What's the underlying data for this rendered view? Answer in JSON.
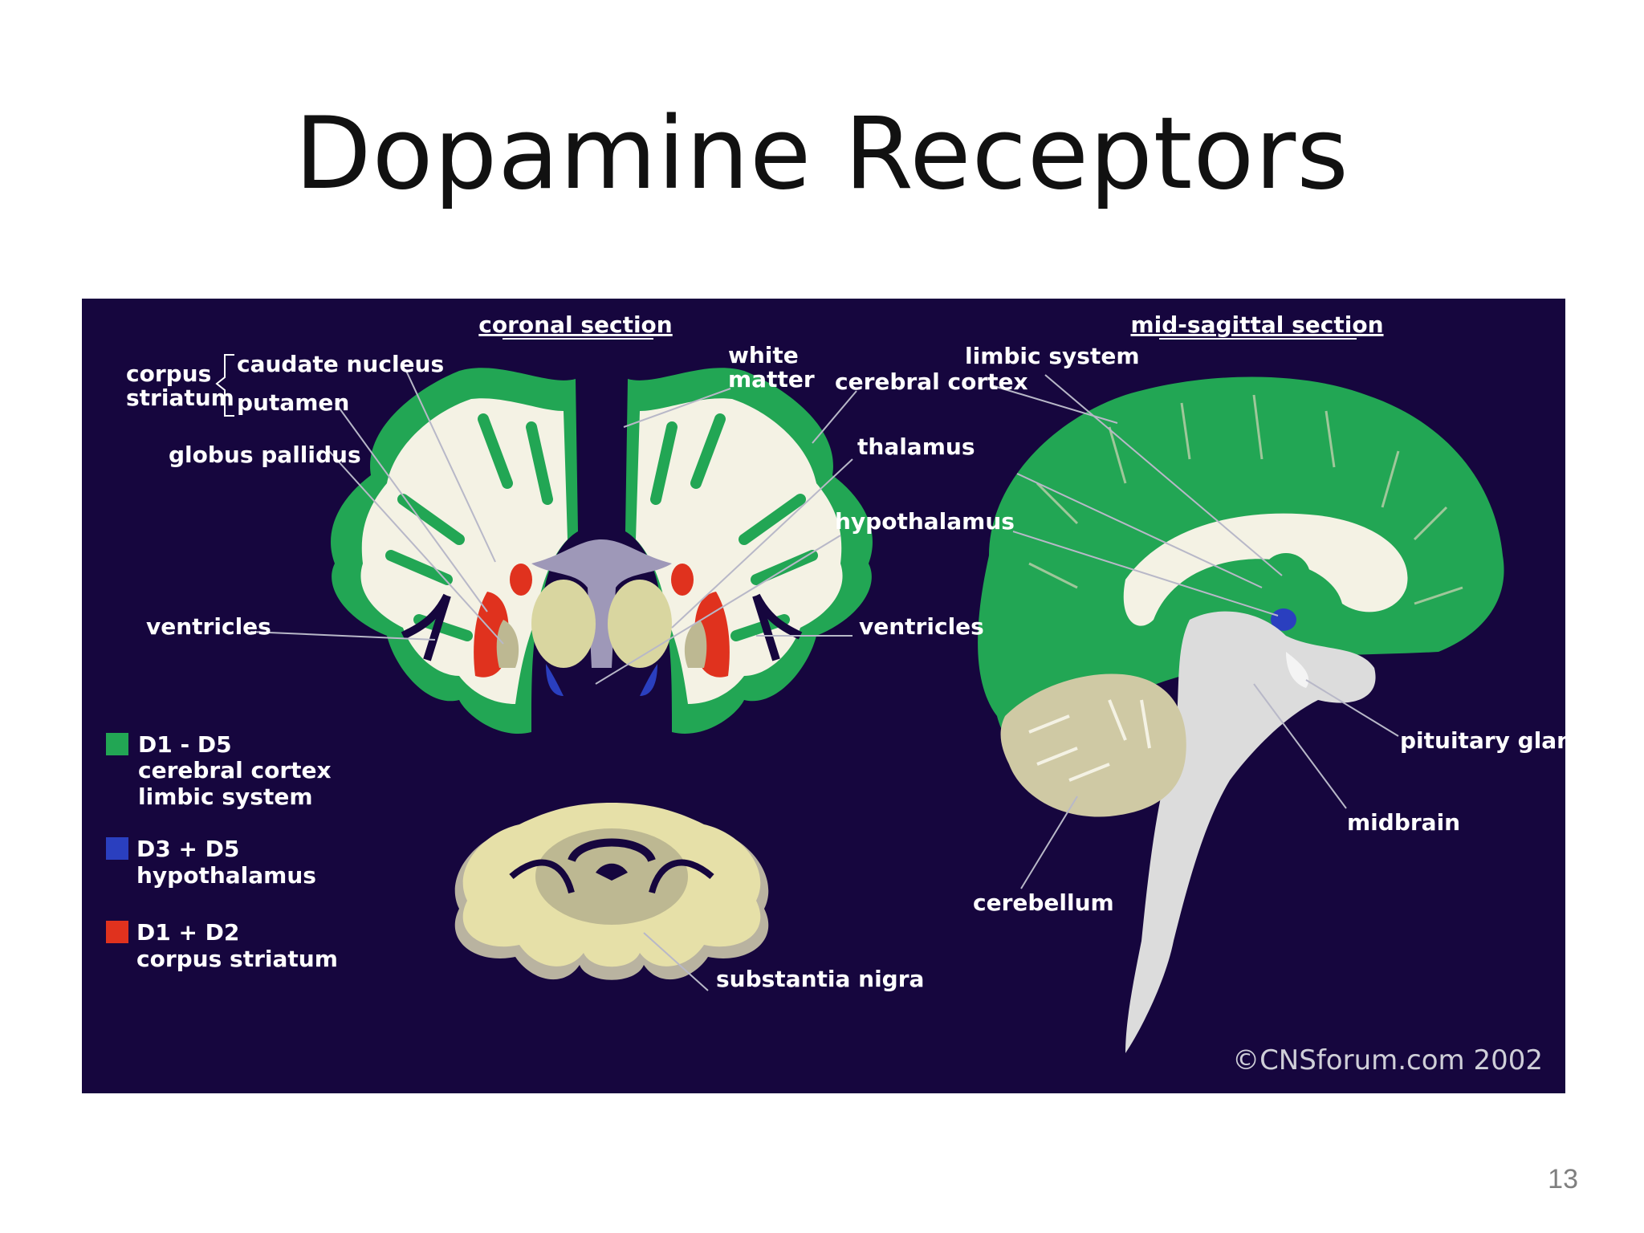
{
  "slide": {
    "title": "Dopamine Receptors",
    "page_number": "13"
  },
  "figure": {
    "headers": {
      "coronal": "coronal section",
      "sagittal": "mid-sagittal section"
    },
    "labels": {
      "corpus": "corpus",
      "striatum": "striatum",
      "caudate_nucleus": "caudate nucleus",
      "putamen": "putamen",
      "globus_pallidus": "globus pallidus",
      "white": "white",
      "matter": "matter",
      "cerebral_cortex": "cerebral cortex",
      "limbic_system": "limbic system",
      "thalamus": "thalamus",
      "hypothalamus": "hypothalamus",
      "ventricles_left": "ventricles",
      "ventricles_right": "ventricles",
      "pituitary_gland": "pituitary gland",
      "midbrain": "midbrain",
      "cerebellum": "cerebellum",
      "substantia_nigra": "substantia nigra"
    },
    "legend": [
      {
        "color": "#22a654",
        "lines": [
          "D1 - D5",
          "cerebral cortex",
          "limbic system"
        ]
      },
      {
        "color": "#2a3fbf",
        "lines": [
          "D3 + D5",
          "hypothalamus"
        ]
      },
      {
        "color": "#e0321e",
        "lines": [
          "D1 + D2",
          "corpus striatum"
        ]
      }
    ],
    "copyright": "©CNSforum.com 2002",
    "colors": {
      "background": "#16063e",
      "cortex_green": "#22a654",
      "white_matter": "#f4f2e4",
      "striatum_red": "#e0321e",
      "hypothalamus_blue": "#2a3fbf",
      "thalamus_yellow": "#d9d6a0",
      "ventricle_lilac": "#9e98b8",
      "cerebellum_tan": "#cfc9a4",
      "brainstem_gray": "#dcdcdc"
    }
  }
}
